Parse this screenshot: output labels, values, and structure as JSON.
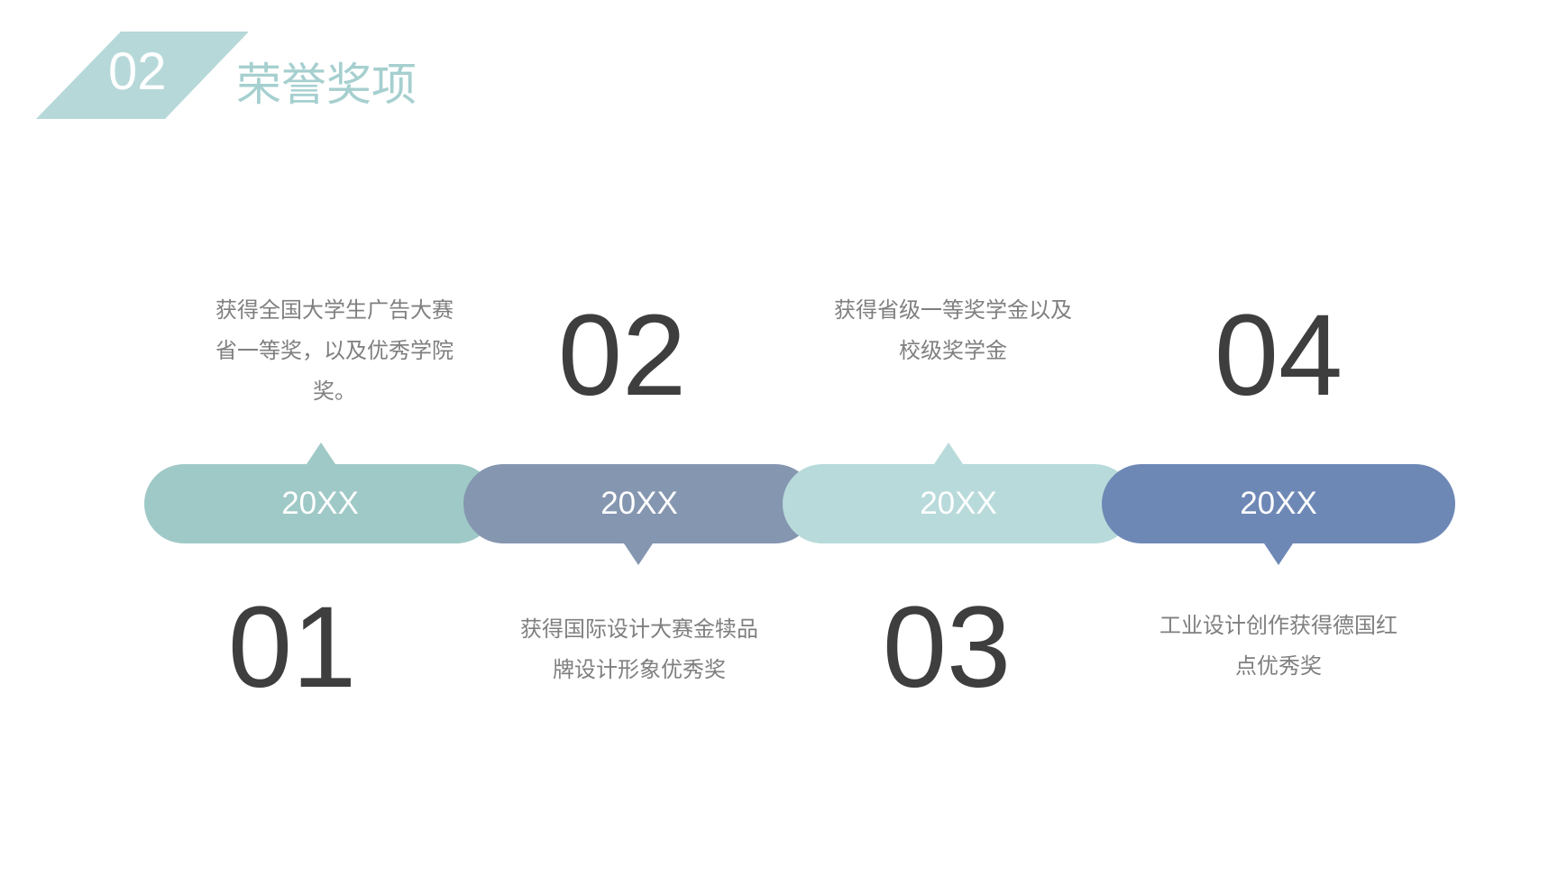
{
  "header": {
    "section_number": "02",
    "title": "荣誉奖项",
    "accent_color": "#b6d8d8"
  },
  "timeline": [
    {
      "year": "20XX",
      "number": "01",
      "description": "获得全国大学生广告大赛省一等奖，以及优秀学院奖。",
      "color": "#9fc9c6"
    },
    {
      "year": "20XX",
      "number": "02",
      "description": "获得国际设计大赛金犊品牌设计形象优秀奖",
      "color": "#8596b0"
    },
    {
      "year": "20XX",
      "number": "03",
      "description": "获得省级一等奖学金以及校级奖学金",
      "color": "#b8dada"
    },
    {
      "year": "20XX",
      "number": "04",
      "description": "工业设计创作获得德国红点优秀奖",
      "color": "#6e88b6"
    }
  ]
}
